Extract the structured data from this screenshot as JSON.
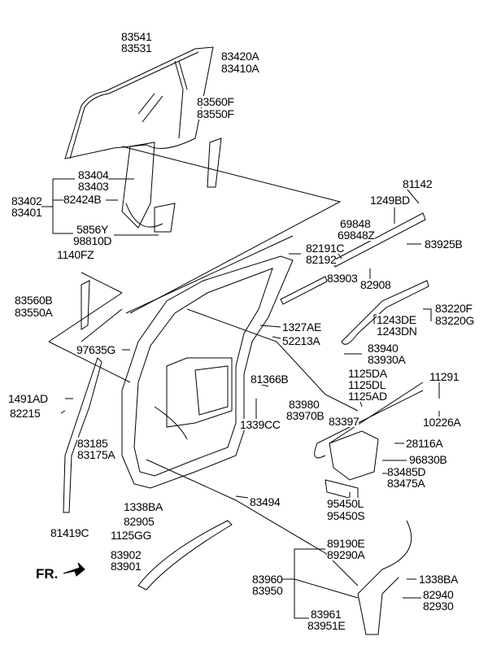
{
  "diagram": {
    "labels": [
      "83541",
      "83531",
      "83420A",
      "83410A",
      "83560F",
      "83550F",
      "83404",
      "83403",
      "83402",
      "83401",
      "82424B",
      "5856Y",
      "98810D",
      "81142",
      "1249BD",
      "69848",
      "69848Z",
      "83925B",
      "1140FZ",
      "82191C",
      "82192",
      "83903",
      "82908",
      "83560B",
      "83550A",
      "83220F",
      "83220G",
      "1327AE",
      "1243DE",
      "1243DN",
      "52213A",
      "97635G",
      "83940",
      "83930A",
      "1125DA",
      "1125DL",
      "1125AD",
      "81366B",
      "11291",
      "1491AD",
      "82215",
      "83980",
      "83970B",
      "83397",
      "10226A",
      "1339CC",
      "28116A",
      "83185",
      "83175A",
      "96830B",
      "83485D",
      "83475A",
      "95450L",
      "95450S",
      "1338BA",
      "83494",
      "82905",
      "81419C",
      "1125GG",
      "89190E",
      "89290A",
      "83902",
      "83901",
      "83960",
      "83950",
      "1338BA",
      "82940",
      "82930",
      "83961",
      "83951E"
    ],
    "front_indicator": "FR.",
    "line_color": "#000000"
  }
}
